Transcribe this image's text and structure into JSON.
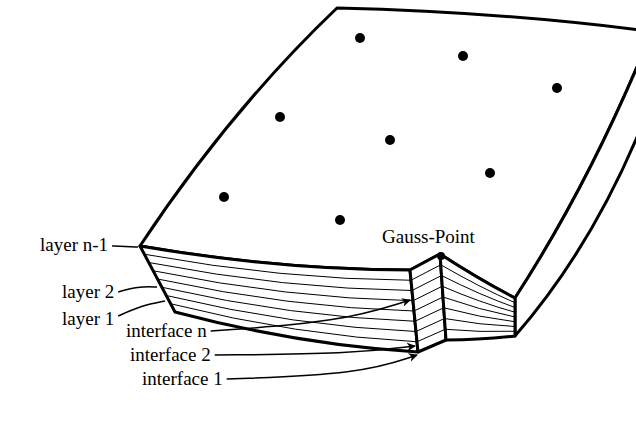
{
  "diagram": {
    "labels": [
      "layer n-1",
      "layer 2",
      "layer 1",
      "interface n",
      "interface 2",
      "interface 1",
      "Gauss-Point"
    ]
  }
}
